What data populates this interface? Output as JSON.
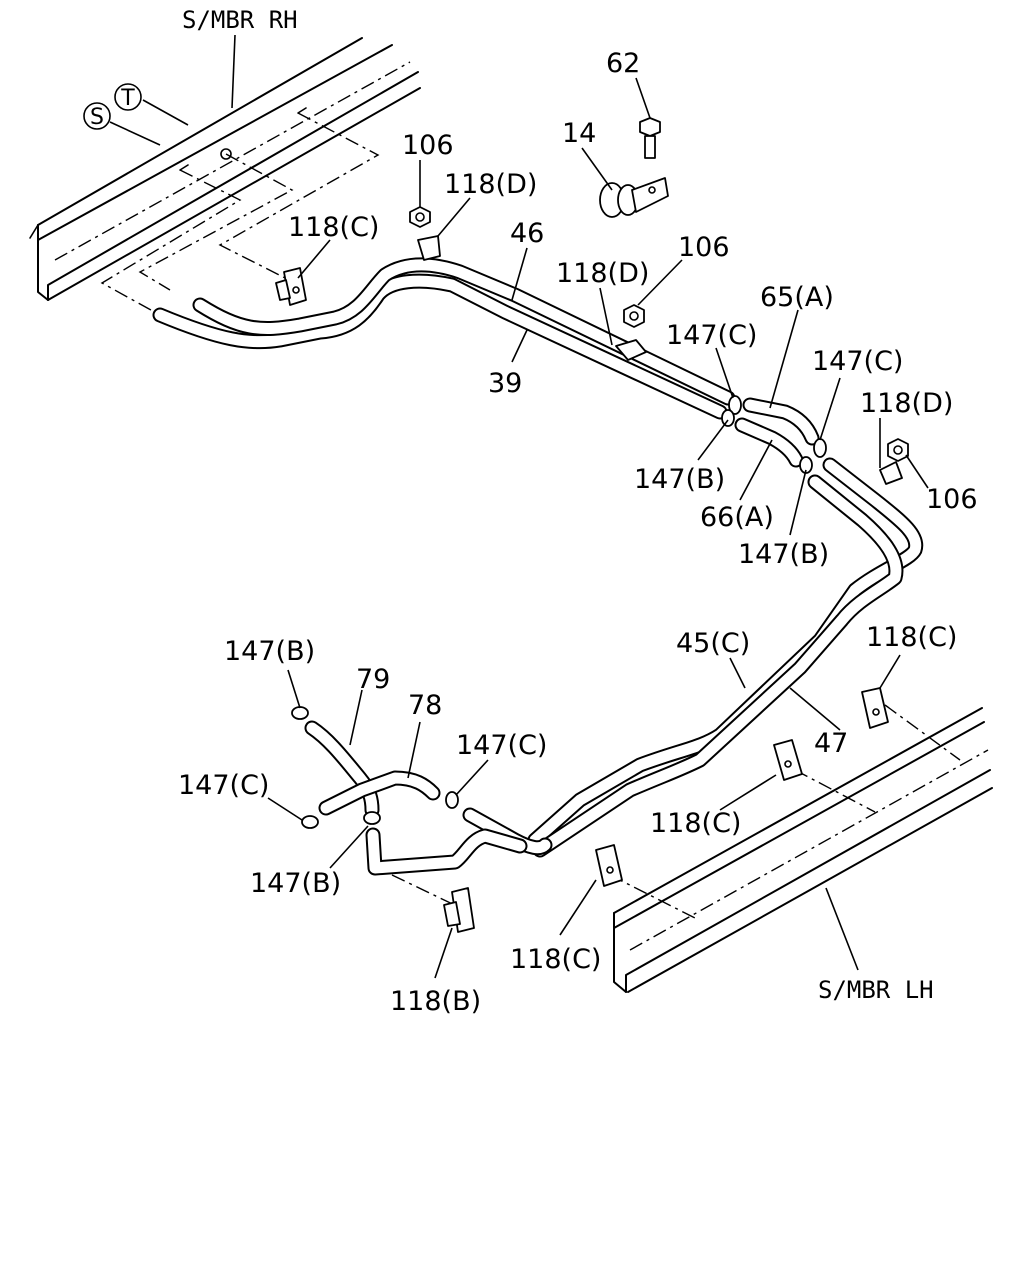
{
  "frames": {
    "rh": "S/MBR RH",
    "lh": "S/MBR LH"
  },
  "markers": {
    "s": "S",
    "t": "T"
  },
  "callouts": {
    "p62": "62",
    "p14": "14",
    "p106_a": "106",
    "p118d_a": "118(D)",
    "p118c_a": "118(C)",
    "p46": "46",
    "p39": "39",
    "p118d_b": "118(D)",
    "p106_b": "106",
    "p65a": "65(A)",
    "p147c_a": "147(C)",
    "p147c_b": "147(C)",
    "p118d_c": "118(D)",
    "p106_c": "106",
    "p147b_a": "147(B)",
    "p66a": "66(A)",
    "p147b_b": "147(B)",
    "p45c": "45(C)",
    "p118c_b": "118(C)",
    "p47": "47",
    "p118c_c": "118(C)",
    "p147b_c": "147(B)",
    "p79": "79",
    "p78": "78",
    "p147c_c": "147(C)",
    "p147c_d": "147(C)",
    "p147b_d": "147(B)",
    "p118b": "118(B)",
    "p118c_d": "118(C)"
  }
}
